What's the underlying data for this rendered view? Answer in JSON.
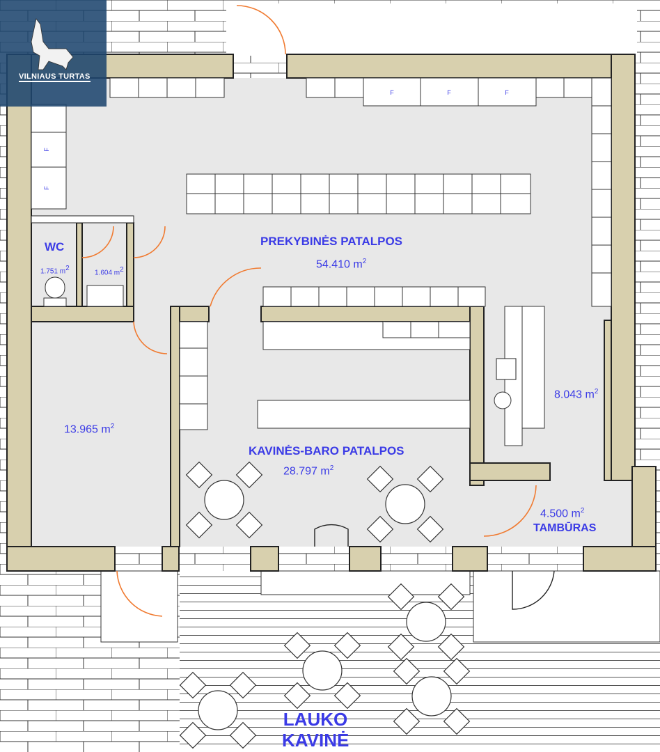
{
  "logo": {
    "text": "VILNIAUS TURTAS"
  },
  "rooms": {
    "retail": {
      "name": "PREKYBINĖS PATALPOS",
      "area": "54.410 m",
      "unit_sup": "2"
    },
    "wc": {
      "name": "WC",
      "area": "1.751 m",
      "unit_sup": "2"
    },
    "wash": {
      "area": "1.604 m",
      "unit_sup": "2"
    },
    "storage": {
      "area": "13.965 m",
      "unit_sup": "2"
    },
    "cafe": {
      "name": "KAVINĖS-BARO PATALPOS",
      "area": "28.797 m",
      "unit_sup": "2"
    },
    "office": {
      "area": "8.043 m",
      "unit_sup": "2"
    },
    "vestibule": {
      "name": "TAMBŪRAS",
      "area": "4.500 m",
      "unit_sup": "2"
    },
    "terrace": {
      "line1": "LAUKO",
      "line2": "KAVINĖ"
    }
  },
  "fridge_label": "F",
  "colors": {
    "wall": "#d8d0ae",
    "floor": "#e8e8e8",
    "label": "#3b3be6",
    "door": "#f07a30"
  }
}
